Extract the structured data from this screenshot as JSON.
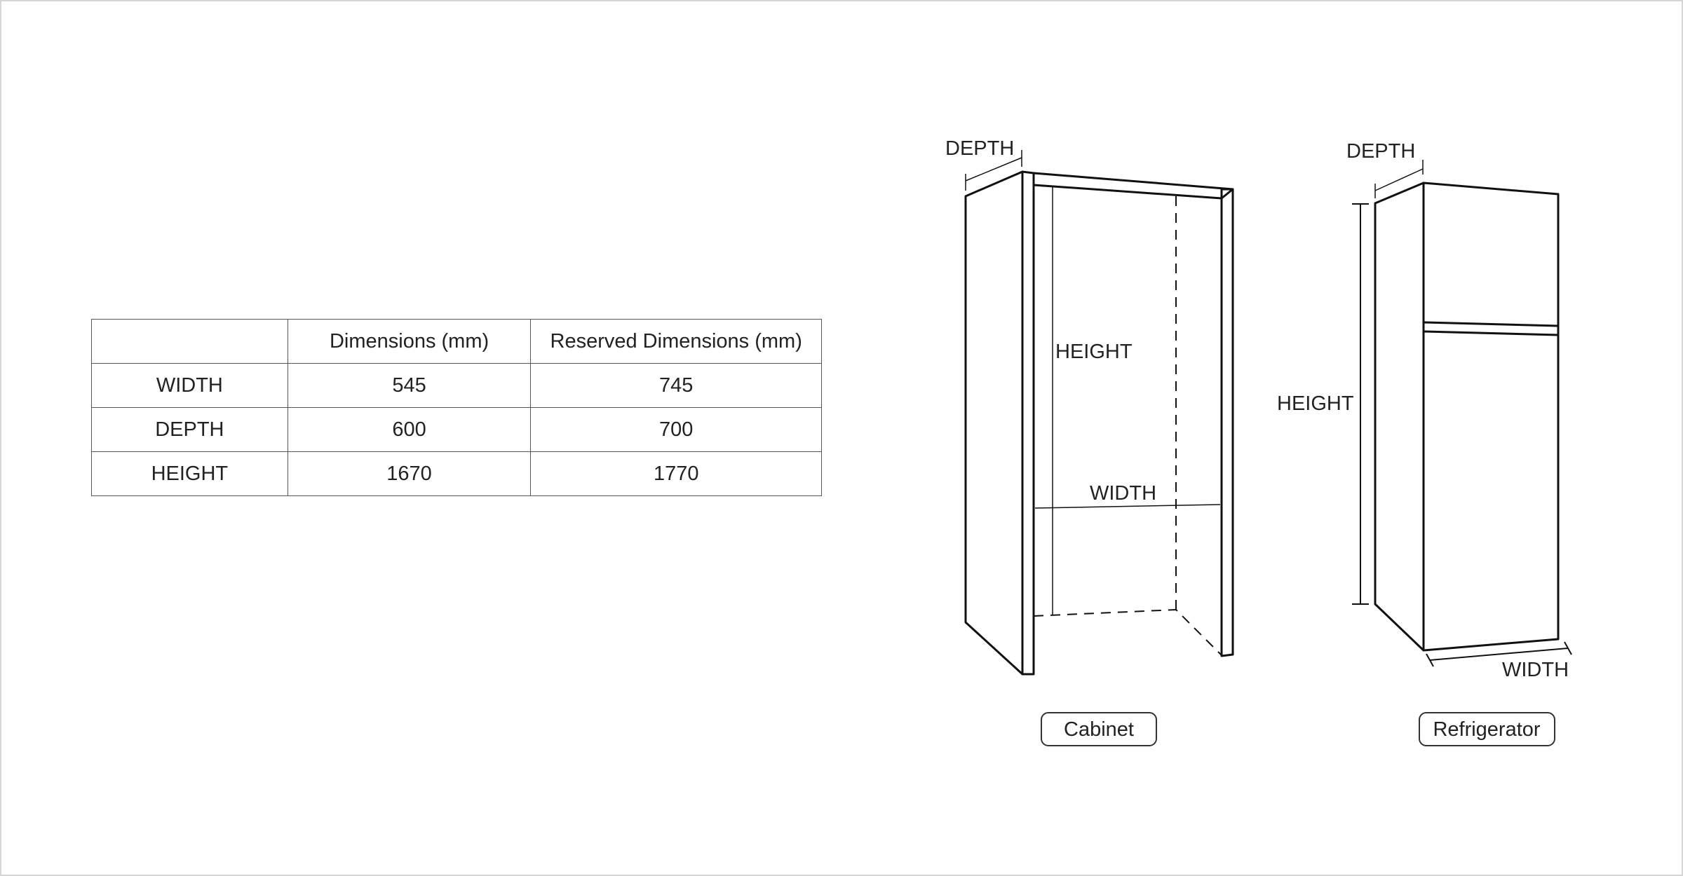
{
  "table": {
    "headers": [
      "",
      "Dimensions (mm)",
      "Reserved Dimensions (mm)"
    ],
    "rows": [
      {
        "label": "WIDTH",
        "dimensions": "545",
        "reserved": "745"
      },
      {
        "label": "DEPTH",
        "dimensions": "600",
        "reserved": "700"
      },
      {
        "label": "HEIGHT",
        "dimensions": "1670",
        "reserved": "1770"
      }
    ]
  },
  "cabinet": {
    "depth_label": "DEPTH",
    "height_label": "HEIGHT",
    "width_label": "WIDTH",
    "caption": "Cabinet"
  },
  "refrigerator": {
    "depth_label": "DEPTH",
    "height_label": "HEIGHT",
    "width_label": "WIDTH",
    "caption": "Refrigerator"
  }
}
